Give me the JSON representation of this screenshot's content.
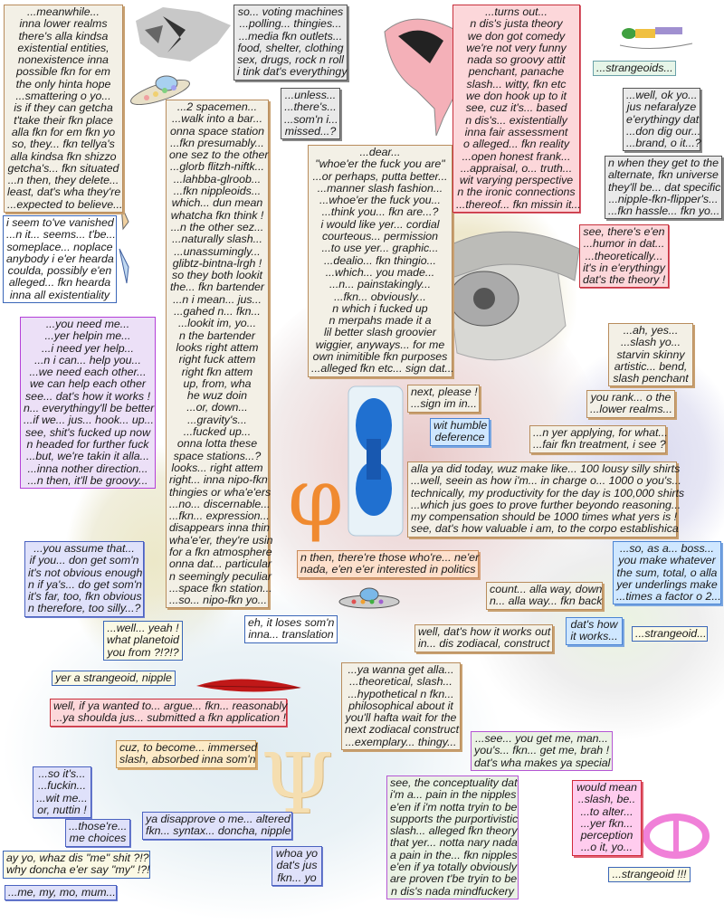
{
  "decor": {
    "phi_glyph": "φ",
    "psi_glyph": "Ψ",
    "colors": {
      "phi": "#f08a30",
      "psi": "#f5deb0",
      "ring": "#f080d8",
      "feather": "#c01818"
    }
  },
  "boxes": [
    {
      "id": "meanwhile",
      "style": "cream",
      "lines": [
        "...meanwhile...",
        "inna lower realms",
        "there's alla kindsa",
        "existential entities,",
        "nonexistence inna",
        "possible fkn for em",
        "the only hinta hope",
        "...smattering o yo...",
        "is if they can getcha",
        "t'take their fkn place",
        "alla fkn for em fkn yo",
        "so, they... fkn tellya's",
        "alla kindsa fkn shizzo",
        "getcha's... fkn situated",
        "...n then, they delete...",
        "least, dat's wha they're",
        "...expected to believe..."
      ]
    },
    {
      "id": "vanished",
      "style": "white",
      "lines": [
        "i seem to've vanished",
        "...n it... seems... t'be...",
        "someplace... noplace",
        "anybody i e'er hearda",
        "coulda, possibly e'en",
        "alleged... fkn hearda",
        "inna all existentiality"
      ]
    },
    {
      "id": "voting",
      "style": "gray",
      "lines": [
        "so... voting machines",
        "...polling... thingies...",
        "...media fkn outlets...",
        "food, shelter, clothing",
        "sex, drugs, rock n roll",
        "i tink dat's everythingy"
      ]
    },
    {
      "id": "unless",
      "style": "gray",
      "lines": [
        "...unless...",
        "...there's...",
        "...som'n i...",
        "missed...?"
      ]
    },
    {
      "id": "spacemen",
      "style": "cream",
      "lines": [
        "...2 spacemen...",
        "...walk into a bar...",
        "onna space station",
        "...fkn presumably...",
        "one sez to the other",
        "...glorb flitzh-niftk...",
        "...lahbba-glroob...",
        "...fkn nippleoids...",
        "which... dun mean",
        "whatcha fkn think !",
        "...n the other sez...",
        "...naturally slash...",
        "...unassumingly...",
        "glibtz-bintna-lrgh !",
        "so they both lookit",
        "the... fkn bartender",
        "...n i mean... jus...",
        "...gahed n... fkn...",
        "...lookit im, yo...",
        "n the bartender",
        "looks right attem",
        "right fuck attem",
        "right fkn attem",
        "up, from, wha",
        "he wuz doin",
        "...or, down...",
        "...gravity's...",
        "...fucked up...",
        "onna lotta these",
        "space stations...?",
        "looks... right attem",
        "right... inna nipo-fkn",
        "thingies or wha'e'ers",
        "...no... discernable...",
        "...fkn... expression...",
        "disappears inna thin",
        "wha'e'er, they're usin",
        "for a fkn atmosphere",
        "onna dat... particular",
        "n seemingly peculiar",
        "...space fkn station...",
        "...so... nipo-fkn yo..."
      ]
    },
    {
      "id": "dear",
      "style": "cream",
      "lines": [
        "...dear...",
        "\"whoe'er the fuck you are\"",
        "...or perhaps, putta better...",
        "...manner slash fashion...",
        "...whoe'er the fuck you...",
        "...think you... fkn are...?",
        "i would like yer... cordial",
        "courteous... permission",
        "...to use yer... graphic...",
        "...dealio... fkn thingio...",
        "...which... you made...",
        "...n... painstakingly...",
        "...fkn... obviously...",
        "n which i fucked up",
        "n merpahs made it a",
        "lil better slash groovier",
        "wiggier, anyways... for me",
        "own inimitible fkn purposes",
        "...alleged fkn etc... sign dat..."
      ]
    },
    {
      "id": "turnsout",
      "style": "pink",
      "lines": [
        "...turns out...",
        "n dis's justa theory",
        "we don got comedy",
        "we're not very funny",
        "nada so groovy attit",
        "penchant, panache",
        "slash... witty, fkn etc",
        "we don hook up to it",
        "see, cuz it's... based",
        "n dis's... existentially",
        "inna fair assessment",
        "o alleged... fkn reality",
        "...open honest frank...",
        "...appraisal, o... truth...",
        "wit varying perspective",
        "n the ironic connections",
        "...thereof... fkn missin it..."
      ]
    },
    {
      "id": "strangeoids",
      "style": "green",
      "lines": [
        "...strangeoids..."
      ]
    },
    {
      "id": "wellok",
      "style": "gray",
      "lines": [
        "...well, ok yo...",
        "jus nefaralyze",
        "e'erythingy dat",
        "...don dig our...",
        "...brand, o it...?"
      ]
    },
    {
      "id": "alternate",
      "style": "gray",
      "lines": [
        "n when they get to the",
        "alternate, fkn universe",
        "they'll be... dat specific",
        "...nipple-fkn-flipper's...",
        "...fkn hassle... fkn yo..."
      ]
    },
    {
      "id": "humor",
      "style": "pink",
      "lines": [
        "see, there's e'en",
        "...humor in dat...",
        "...theoretically...",
        "it's in e'erythingy",
        "dat's the theory !"
      ]
    },
    {
      "id": "ahyes",
      "style": "cream",
      "lines": [
        "...ah, yes...",
        "...slash yo...",
        "starvin skinny",
        "artistic... bend,",
        "slash penchant"
      ]
    },
    {
      "id": "yourank",
      "style": "cream",
      "lines": [
        "you rank... o the",
        "...lower realms..."
      ]
    },
    {
      "id": "applying",
      "style": "cream",
      "lines": [
        "...n yer applying, for what...",
        "...fair fkn treatment, i see ?"
      ]
    },
    {
      "id": "nextplease",
      "style": "cream",
      "lines": [
        "next, please !",
        "...sign im in..."
      ]
    },
    {
      "id": "humble",
      "style": "lblue",
      "lines": [
        "wit humble",
        "deference"
      ]
    },
    {
      "id": "shirts",
      "style": "cream",
      "lines": [
        "alla ya did today, wuz make like... 100 lousy silly shirts",
        "...well, seein as how i'm... in charge o... 1000 o you's...",
        "technically, my productivity for the day is 100,000 shirts",
        "...which jus goes to prove further beyondo reasoning...",
        "my compensation should be 1000 times what yers is !",
        "see, dat's how valuable i am, to the corpo establishica"
      ]
    },
    {
      "id": "needme",
      "style": "purple",
      "lines": [
        "...you need me...",
        "...yer helpin me...",
        "...i need yer help...",
        "...n i can... help you...",
        "...we need each other...",
        "we can help each other",
        "see... dat's how it works !",
        "n... everythingy'll be better",
        "...if we... jus... hook... up...",
        "see, shit's fucked up now",
        "n headed for further fuck",
        "...but, we're takin it alla...",
        "...inna nother direction...",
        "...n then, it'll be groovy..."
      ]
    },
    {
      "id": "assume",
      "style": "lav",
      "lines": [
        "...you assume that...",
        "if you... don get som'n",
        "it's not obvious enough",
        "n if ya's... do get som'n",
        "it's far, too, fkn obvious",
        "n therefore, too silly...?"
      ]
    },
    {
      "id": "wellyeah",
      "style": "ycream",
      "lines": [
        "...well... yeah !",
        "what planetoid",
        "you from ?!?!?"
      ]
    },
    {
      "id": "translation",
      "style": "white",
      "lines": [
        "eh, it loses som'n",
        "inna... translation"
      ]
    },
    {
      "id": "politics",
      "style": "peach",
      "lines": [
        "n then, there're those who're... ne'er",
        "nada, e'en e'er interested in politics"
      ]
    },
    {
      "id": "count",
      "style": "cream",
      "lines": [
        "count... alla way, down",
        "n... alla way... fkn back"
      ]
    },
    {
      "id": "datshow",
      "style": "lblue",
      "lines": [
        "dat's how",
        "it works..."
      ]
    },
    {
      "id": "strangeoid1",
      "style": "ycream",
      "lines": [
        "...strangeoid..."
      ]
    },
    {
      "id": "boss",
      "style": "lblue",
      "lines": [
        "...so, as a... boss...",
        "you make whatever",
        "the sum, total, o alla",
        "yer underlings make",
        "...times a factor o 2..."
      ]
    },
    {
      "id": "worksout",
      "style": "cream",
      "lines": [
        "well, dat's how it works out",
        "in... dis zodiacal, construct"
      ]
    },
    {
      "id": "nipple",
      "style": "ycream",
      "lines": [
        "yer a strangeoid, nipple"
      ]
    },
    {
      "id": "argue",
      "style": "pink",
      "lines": [
        "well, if ya wanted to... argue... fkn... reasonably",
        "...ya shoulda jus... submitted a fkn application !"
      ]
    },
    {
      "id": "become",
      "style": "orange",
      "lines": [
        "cuz, to become... immersed",
        "slash, absorbed inna som'n"
      ]
    },
    {
      "id": "soits",
      "style": "lav",
      "lines": [
        "...so it's...",
        "...fuckin...",
        "...wit me...",
        "or, nuttin !"
      ]
    },
    {
      "id": "choices",
      "style": "lav",
      "lines": [
        "...those're...",
        "me choices"
      ]
    },
    {
      "id": "ayyo",
      "style": "ycream",
      "lines": [
        "ay yo, whaz dis \"me\" shit ?!?",
        "why doncha e'er say \"my\" !?!"
      ]
    },
    {
      "id": "mumum",
      "style": "lav",
      "lines": [
        "...me, my, mo, mum..."
      ]
    },
    {
      "id": "disapprove",
      "style": "lav",
      "lines": [
        "ya disapprove o me... altered",
        "fkn... syntax... doncha, nipple"
      ]
    },
    {
      "id": "whoa",
      "style": "lav",
      "lines": [
        "whoa yo",
        "dat's jus",
        "fkn... yo"
      ]
    },
    {
      "id": "wanna",
      "style": "cream",
      "lines": [
        "...ya wanna get alla...",
        "...theoretical, slash...",
        "...hypothetical n fkn...",
        "philosophical about it",
        "you'll hafta wait for the",
        "next zodiacal construct",
        "...exemplary... thingy..."
      ]
    },
    {
      "id": "getme",
      "style": "pgreen",
      "lines": [
        "...see... you get me, man...",
        "you's... fkn... get me, brah !",
        "dat's wha makes ya special"
      ]
    },
    {
      "id": "conceptuality",
      "style": "pgreen",
      "lines": [
        "see, the conceptuality dat",
        "i'm a... pain in the nipples",
        "e'en if i'm notta tryin to be",
        "supports the purportivistic",
        "slash... alleged fkn theory",
        "that yer... notta nary nada",
        "a pain in the... fkn nipples",
        "e'en if ya totally obviously",
        "are proven t'be tryin to be",
        "n dis's nada mindfuckery"
      ]
    },
    {
      "id": "wouldmean",
      "style": "hpink",
      "lines": [
        "would mean",
        "..slash, be..",
        "...to alter...",
        "...yer fkn...",
        "perception",
        "...o it, yo..."
      ]
    },
    {
      "id": "strangeoid2",
      "style": "ycream",
      "lines": [
        "...strangeoid !!!"
      ]
    }
  ]
}
